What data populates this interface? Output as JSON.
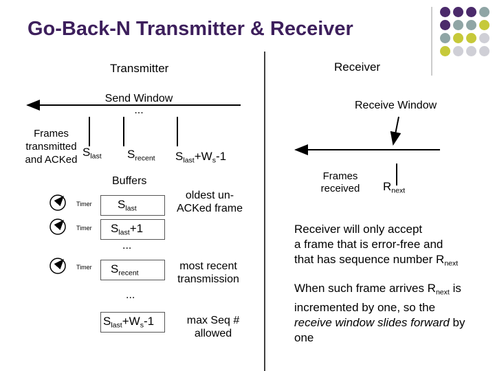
{
  "title": "Go-Back-N Transmitter & Receiver",
  "transmitter": {
    "heading": "Transmitter",
    "send_window": "Send Window",
    "ellipsis_top": "...",
    "frames_label_lines": [
      "Frames",
      "transmitted",
      "and ACKed"
    ],
    "s_last": "S",
    "s_last_sub": "last",
    "s_recent": "S",
    "s_recent_sub": "recent",
    "s_last_ws_base": "S",
    "s_last_ws_sub": "last",
    "s_last_ws_mid": "+W",
    "s_last_ws_sub2": "s",
    "s_last_ws_end": "-1"
  },
  "buffers": {
    "heading": "Buffers",
    "timer_label": "Timer",
    "rows": [
      {
        "base": "S",
        "sub": "last",
        "suffix": ""
      },
      {
        "base": "S",
        "sub": "last",
        "suffix": "+1"
      },
      {
        "base": "S",
        "sub": "recent",
        "suffix": ""
      },
      {
        "base": "S",
        "sub": "last",
        "suffix": "+W",
        "sub2": "s",
        "end": "-1"
      }
    ],
    "ellipsis_1": "...",
    "ellipsis_2": "...",
    "notes": {
      "oldest": [
        "oldest un-",
        "ACKed frame"
      ],
      "recent": [
        "most recent",
        "transmission"
      ],
      "max": [
        "max Seq #",
        "allowed"
      ]
    }
  },
  "receiver": {
    "heading": "Receiver",
    "receive_window": "Receive Window",
    "frames_received": [
      "Frames",
      "received"
    ],
    "r_next": "R",
    "r_next_sub": "next",
    "para1": [
      "Receiver will only accept",
      "a frame that is error-free and",
      "that has sequence number R",
      "next"
    ],
    "para2_line1": [
      "When such frame arrives R",
      "next",
      " is"
    ],
    "para2_line2": "incremented by one, so the",
    "para2_line3_italic": "receive window slides forward",
    "para2_line3_rest": " by",
    "para2_line4": "one"
  },
  "decor_colors": {
    "purple": "#4b2a6b",
    "teal": "#8fa5a5",
    "olive": "#c6c93a",
    "light": "#cfcfd6"
  }
}
